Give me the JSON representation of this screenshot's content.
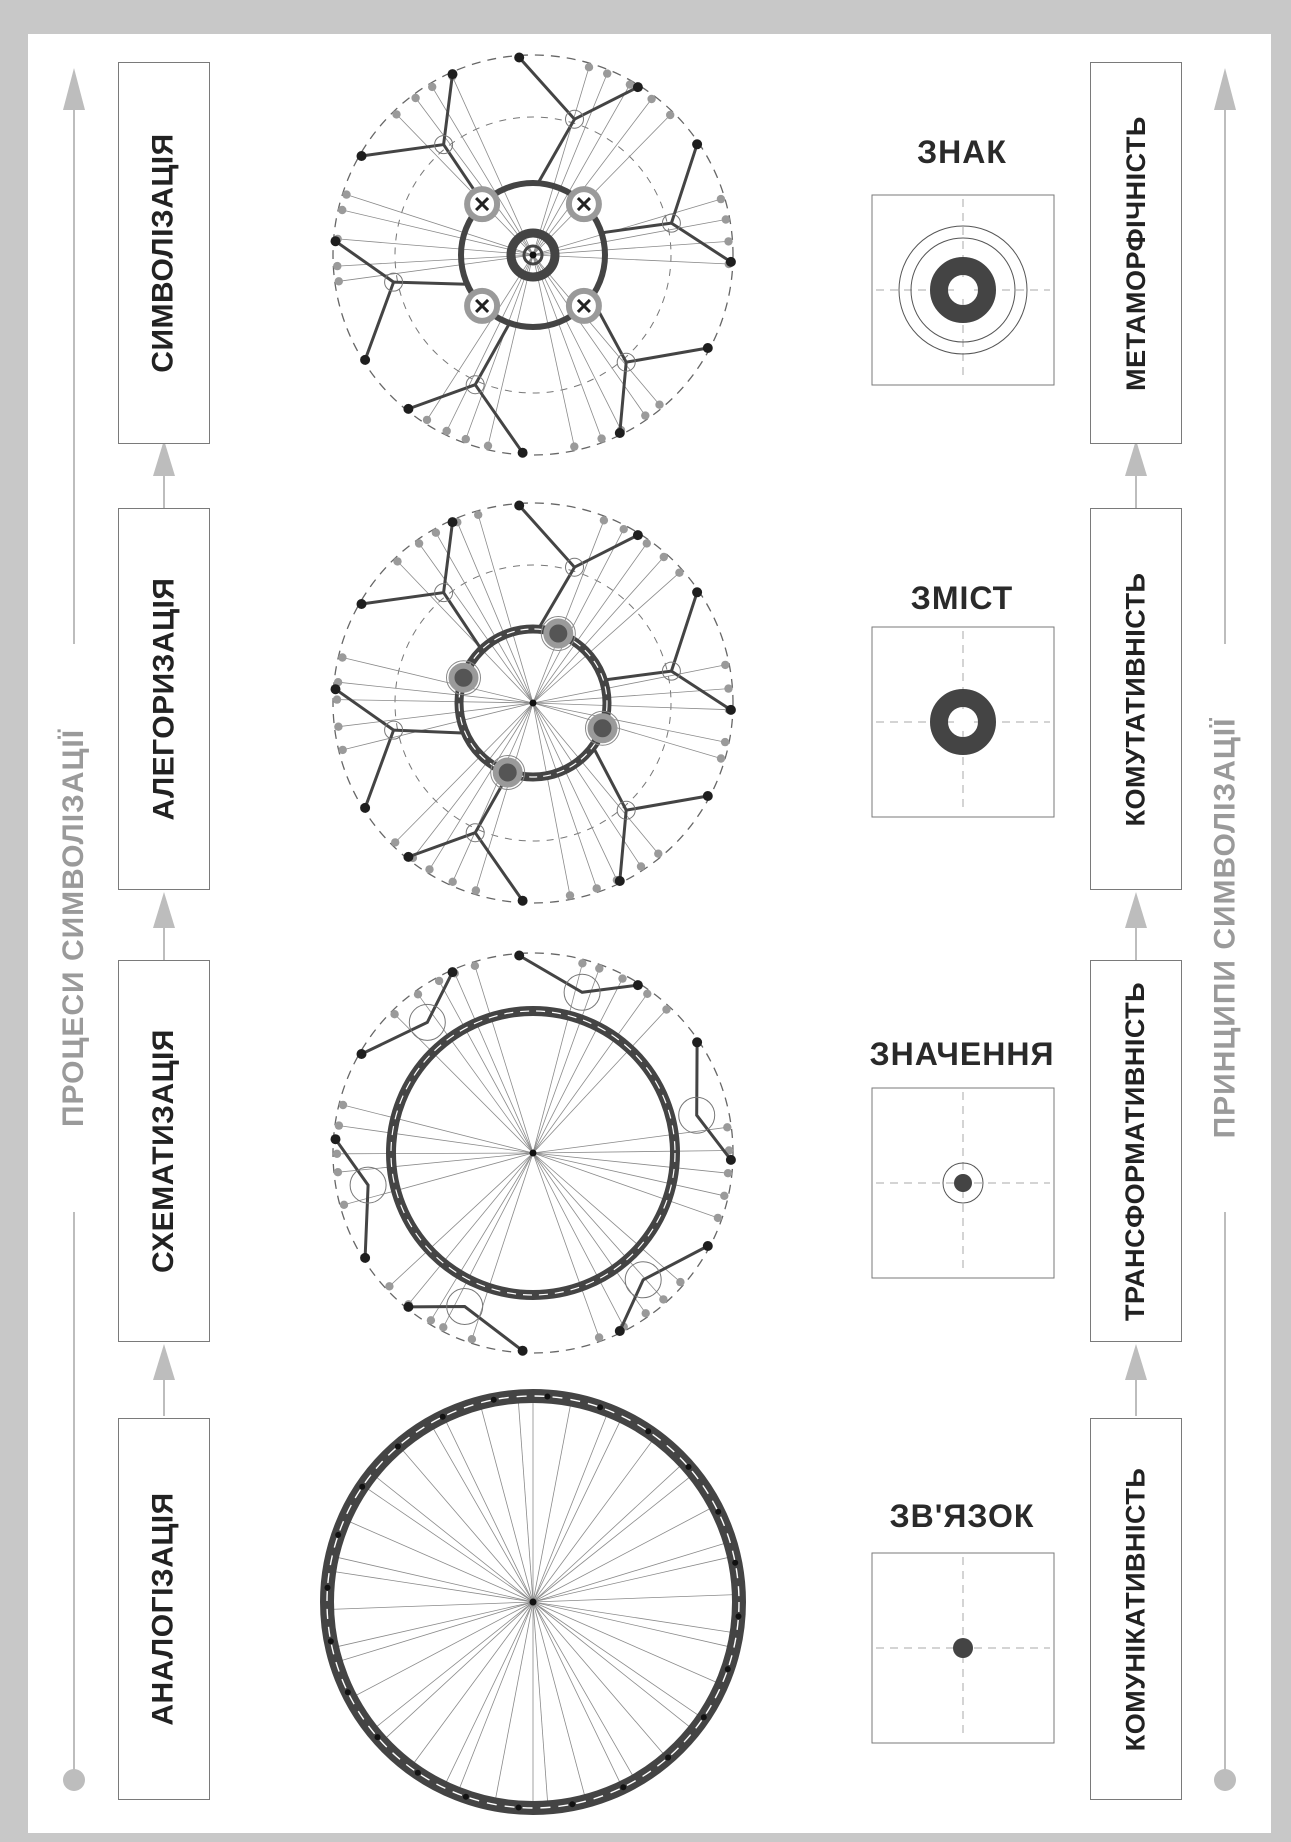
{
  "left_title": "ПРОЦЕСИ СИМВОЛІЗАЦІЇ",
  "right_title": "ПРИНЦИПИ СИМВОЛІЗАЦІЇ",
  "stages": [
    "СИМВОЛІЗАЦІЯ",
    "АЛЕГОРИЗАЦІЯ",
    "СХЕМАТИЗАЦІЯ",
    "АНАЛОГІЗАЦІЯ"
  ],
  "principles": [
    "МЕТАМОРФІЧНІСТЬ",
    "КОМУТАТИВНІСТЬ",
    "ТРАНСФОРМАТИВНІСТЬ",
    "КОМУНІКАТИВНІСТЬ"
  ],
  "levels": [
    "ЗНАК",
    "ЗМІСТ",
    "ЗНАЧЕННЯ",
    "ЗВ'ЯЗОК"
  ],
  "colors": {
    "frame": "#c8c8c8",
    "dark": "#444444",
    "accent": "#9a9a9a",
    "light": "#bdbdbd"
  }
}
